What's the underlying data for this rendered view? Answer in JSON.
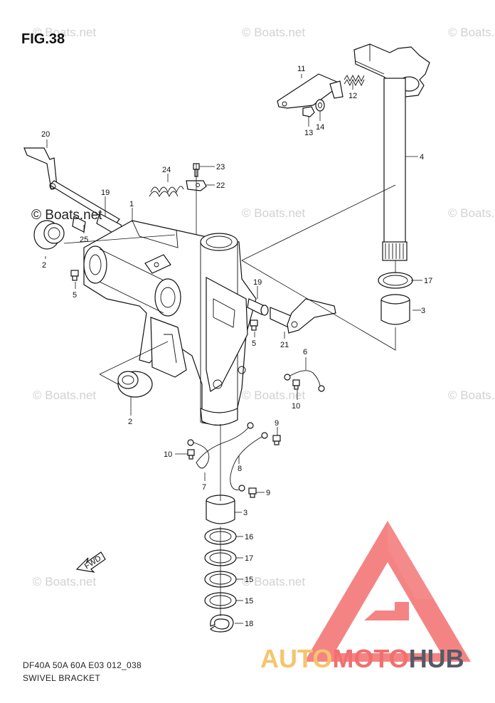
{
  "figure": {
    "title": "FIG.38",
    "code": "DF40A 50A 60A E03 012_038",
    "caption": "SWIVEL BRACKET"
  },
  "watermark": {
    "text": "© Boats.net",
    "prominent_text": "© Boats.net"
  },
  "brand": {
    "part1": "AUTO",
    "part2": "MOTO",
    "part3": "HUB",
    "colors": {
      "logo_red": "#f26f6f",
      "logo_gold": "#f7c46d",
      "logo_dark": "#555a66"
    }
  },
  "direction_arrow": {
    "label": "FWD"
  },
  "part_labels": [
    {
      "id": "p1",
      "text": "1"
    },
    {
      "id": "p2a",
      "text": "2"
    },
    {
      "id": "p2b",
      "text": "2"
    },
    {
      "id": "p3a",
      "text": "3"
    },
    {
      "id": "p3b",
      "text": "3"
    },
    {
      "id": "p4",
      "text": "4"
    },
    {
      "id": "p5a",
      "text": "5"
    },
    {
      "id": "p5b",
      "text": "5"
    },
    {
      "id": "p6",
      "text": "6"
    },
    {
      "id": "p7",
      "text": "7"
    },
    {
      "id": "p8",
      "text": "8"
    },
    {
      "id": "p9a",
      "text": "9"
    },
    {
      "id": "p9b",
      "text": "9"
    },
    {
      "id": "p10a",
      "text": "10"
    },
    {
      "id": "p10b",
      "text": "10"
    },
    {
      "id": "p11",
      "text": "11"
    },
    {
      "id": "p12",
      "text": "12"
    },
    {
      "id": "p13",
      "text": "13"
    },
    {
      "id": "p14",
      "text": "14"
    },
    {
      "id": "p15a",
      "text": "15"
    },
    {
      "id": "p15b",
      "text": "15"
    },
    {
      "id": "p16",
      "text": "16"
    },
    {
      "id": "p17a",
      "text": "17"
    },
    {
      "id": "p17b",
      "text": "17"
    },
    {
      "id": "p18",
      "text": "18"
    },
    {
      "id": "p19a",
      "text": "19"
    },
    {
      "id": "p19b",
      "text": "19"
    },
    {
      "id": "p20",
      "text": "20"
    },
    {
      "id": "p21",
      "text": "21"
    },
    {
      "id": "p22",
      "text": "22"
    },
    {
      "id": "p23",
      "text": "23"
    },
    {
      "id": "p24",
      "text": "24"
    },
    {
      "id": "p25",
      "text": "25"
    }
  ]
}
